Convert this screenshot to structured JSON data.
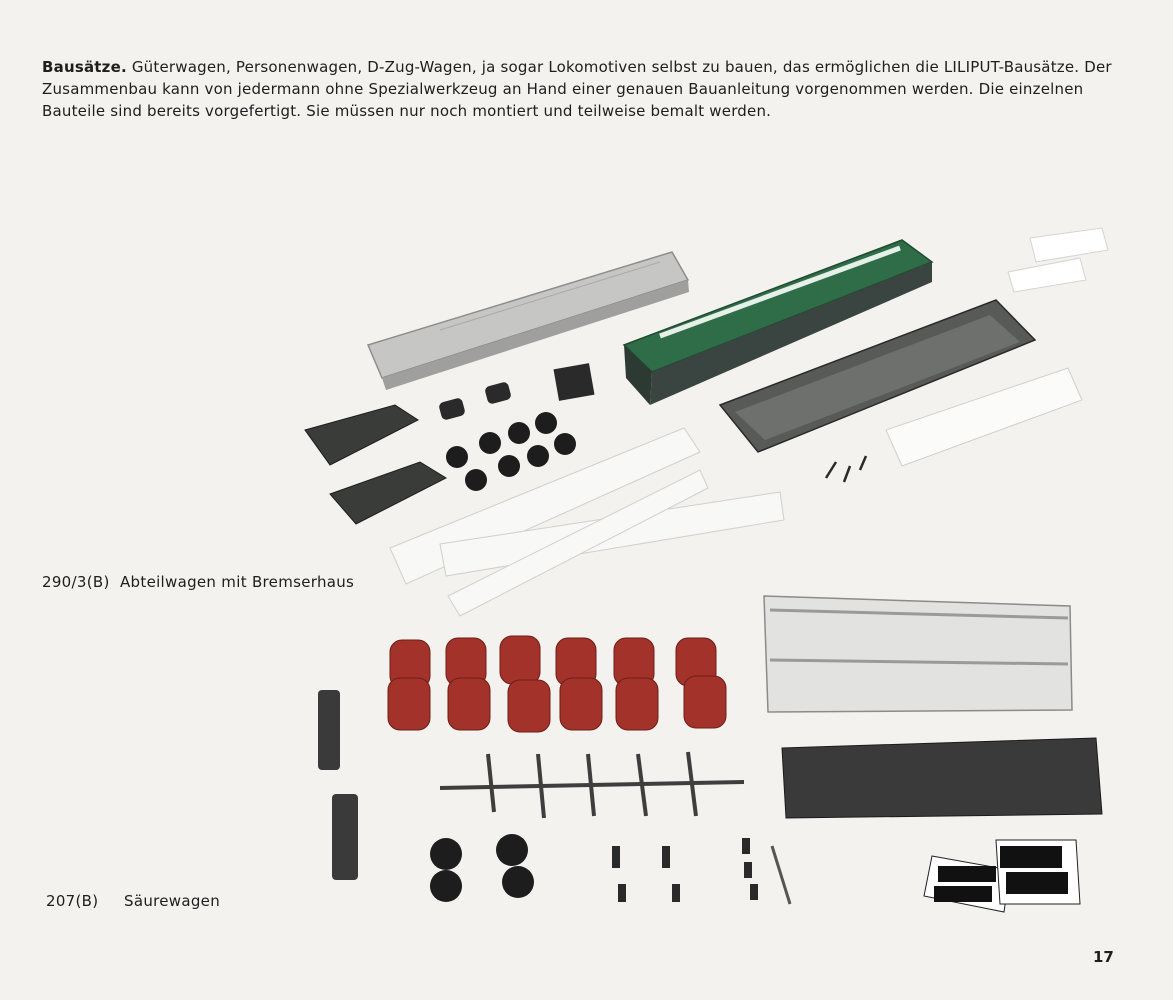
{
  "intro": {
    "heading": "Bausätze.",
    "text": " Güterwagen, Personenwagen, D-Zug-Wagen, ja sogar Lokomotiven selbst zu bauen, das ermöglichen die LILIPUT-Bausätze. Der Zusammenbau kann von jedermann ohne Spezialwerkzeug an Hand einer genauen Bauanleitung vorgenommen werden. Die einzelnen Bauteile sind bereits vorgefertigt. Sie müssen nur noch montiert und teilweise bemalt werden."
  },
  "kits": [
    {
      "number": "290/3(B)",
      "name": "Abteilwagen mit Bremserhaus"
    },
    {
      "number": "207(B)",
      "name": "Säurewagen"
    }
  ],
  "page_number": "17",
  "colors": {
    "paper": "#f3f2ee",
    "coach_green": "#2e6b47",
    "tank_red": "#a3322a",
    "plastic_grey": "#c9cac8",
    "dark_parts": "#2a2a2a"
  }
}
